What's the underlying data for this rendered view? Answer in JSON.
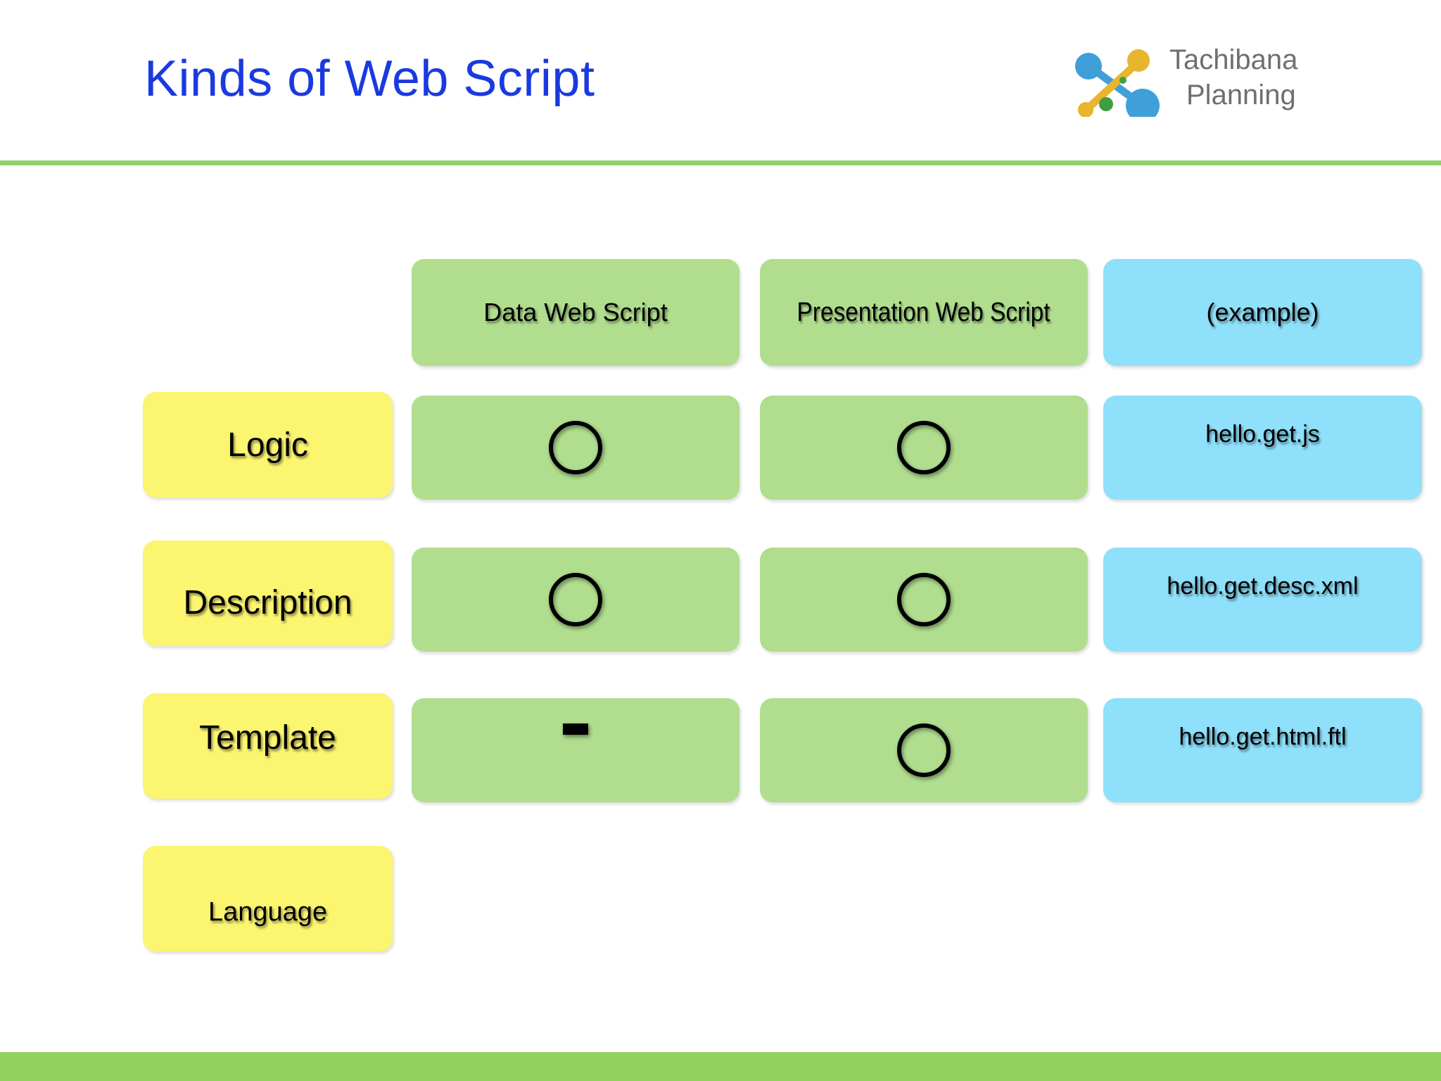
{
  "slide": {
    "title": "Kinds of Web Script",
    "title_color": "#1a3ae0",
    "rule_color": "#93ce68",
    "footer_color": "#93d15f"
  },
  "logo": {
    "name": "tachibana-planning-logo",
    "line1": "Tachibana",
    "line2": "Planning",
    "text_color": "#6f6f6f",
    "node_colors": {
      "blue": "#3f9fd8",
      "orange": "#e8b52e",
      "green": "#3f9e3f"
    }
  },
  "table": {
    "colors": {
      "green": "#b0de8e",
      "yellow": "#fcf570",
      "blue": "#8fe0fb"
    },
    "column_headers": [
      {
        "label": "Data Web Script",
        "style": "green"
      },
      {
        "label": "Presentation Web Script",
        "style": "green"
      },
      {
        "label": "(example)",
        "style": "blue"
      }
    ],
    "rows": [
      {
        "label": "Logic",
        "data_web_script": "circle",
        "presentation_web_script": "circle",
        "example": "hello.get.js"
      },
      {
        "label": "Description",
        "data_web_script": "circle",
        "presentation_web_script": "circle",
        "example": "hello.get.desc.xml"
      },
      {
        "label": "Template",
        "data_web_script": "dash",
        "presentation_web_script": "circle",
        "example": "hello.get.html.ftl"
      },
      {
        "label": "Language",
        "data_web_script": "none",
        "presentation_web_script": "none",
        "example": ""
      }
    ],
    "marker_legend": {
      "circle": "○",
      "dash": "−"
    }
  }
}
